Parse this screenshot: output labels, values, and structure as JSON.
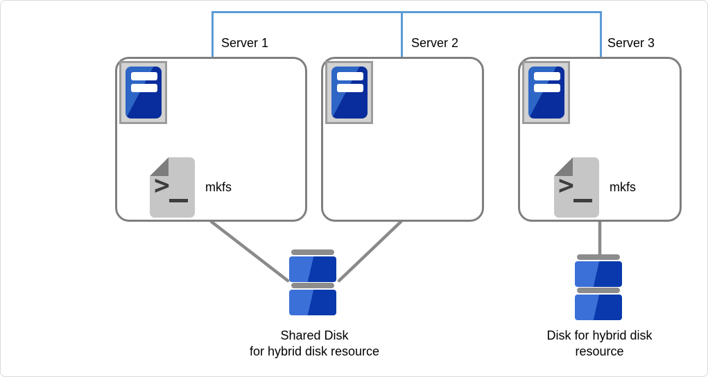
{
  "diagram": {
    "title_context": "hybrid disk resource mkfs topology",
    "servers": [
      {
        "label": "Server 1",
        "script_label": "mkfs"
      },
      {
        "label": "Server 2"
      },
      {
        "label": "Server 3",
        "script_label": "mkfs"
      }
    ],
    "shared_disk": {
      "caption_line1": "Shared Disk",
      "caption_line2": "for hybrid disk resource"
    },
    "hybrid_disk": {
      "caption_line1": "Disk for hybrid disk",
      "caption_line2": "resource"
    },
    "icons": {
      "server": "server-tower-icon",
      "script": "shell-script-file-icon",
      "disk": "disk-stack-icon"
    },
    "colors": {
      "interconnect_blue": "#5b9bd5",
      "connection_gray": "#8a8a8a",
      "box_border_gray": "#7f7f7f",
      "tower_light_blue": "#2e66c6",
      "tower_dark_blue": "#092d9c",
      "disk_light_blue": "#3b70d8",
      "disk_dark_blue": "#0939ac",
      "icon_frame_gray": "#d2d2d2",
      "document_gray": "#c6c6c6",
      "fold_gray": "#7d7d7d"
    }
  }
}
